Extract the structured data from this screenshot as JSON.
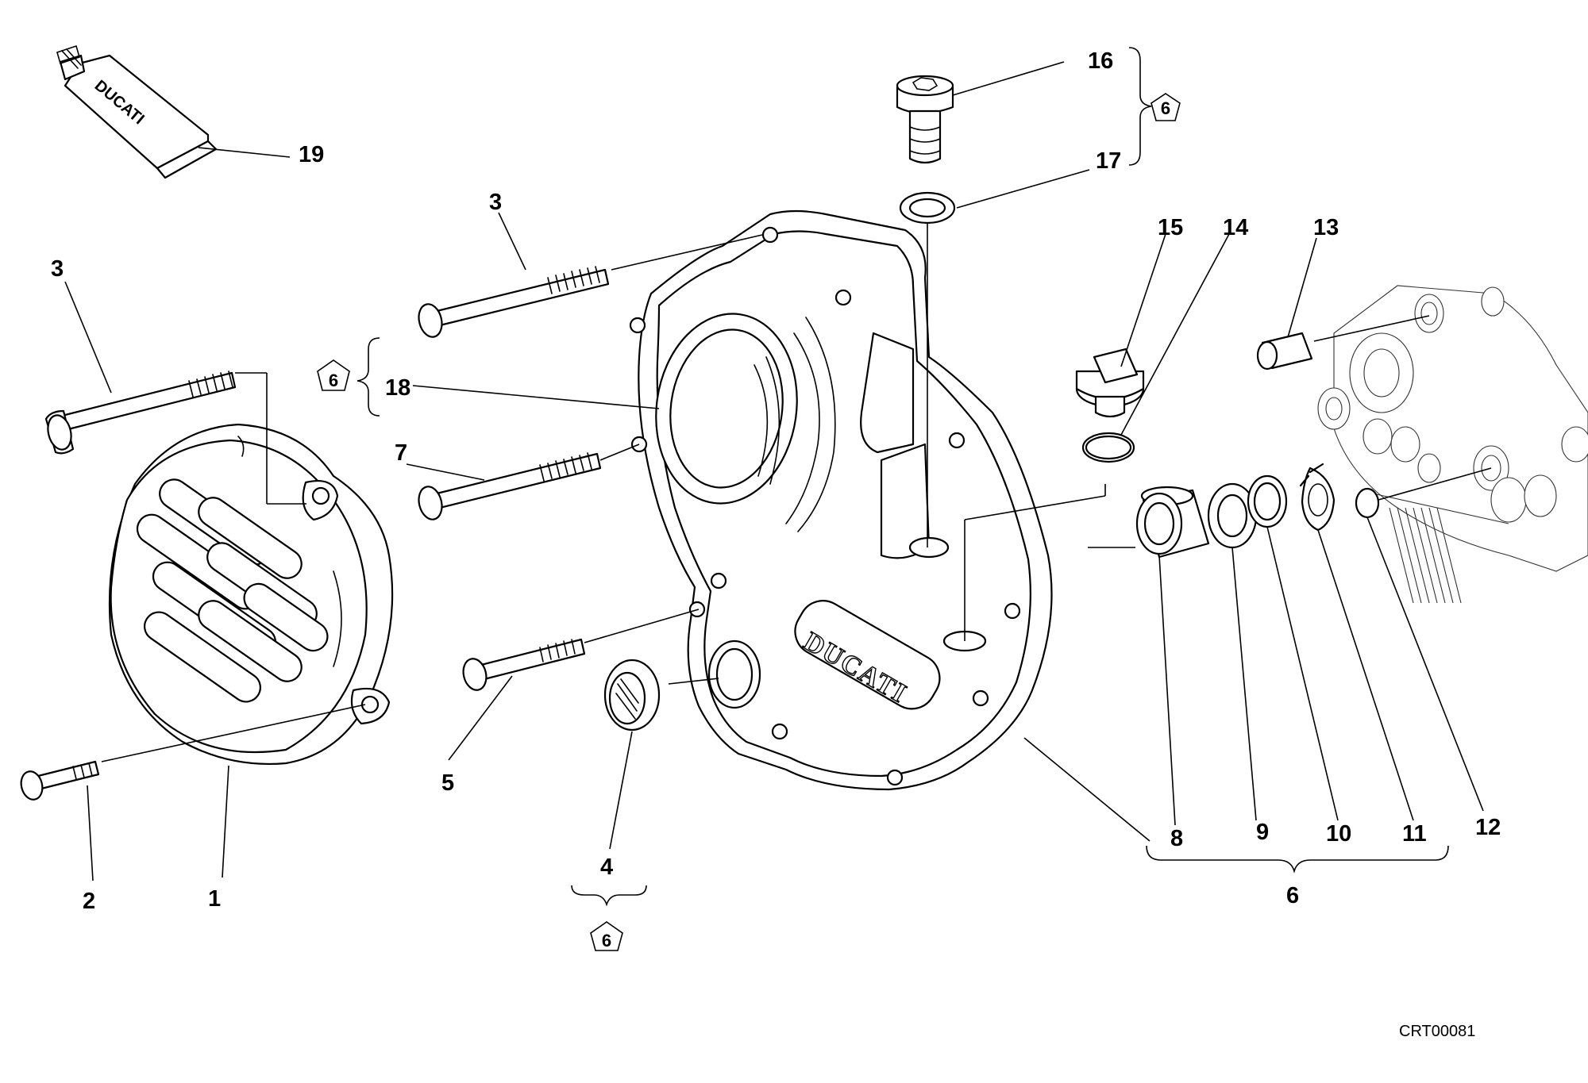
{
  "diagram": {
    "drawing_code": "CRT00081",
    "brand_mark": "DUCATI",
    "callouts": {
      "c1": "1",
      "c2": "2",
      "c3a": "3",
      "c3b": "3",
      "c4": "4",
      "c5": "5",
      "c6": "6",
      "c7": "7",
      "c8": "8",
      "c9": "9",
      "c10": "10",
      "c11": "11",
      "c12": "12",
      "c13": "13",
      "c14": "14",
      "c15": "15",
      "c16": "16",
      "c17": "17",
      "c18": "18",
      "c19": "19"
    },
    "kit_symbol": {
      "k1": "6",
      "k2": "6",
      "k3": "6"
    }
  }
}
